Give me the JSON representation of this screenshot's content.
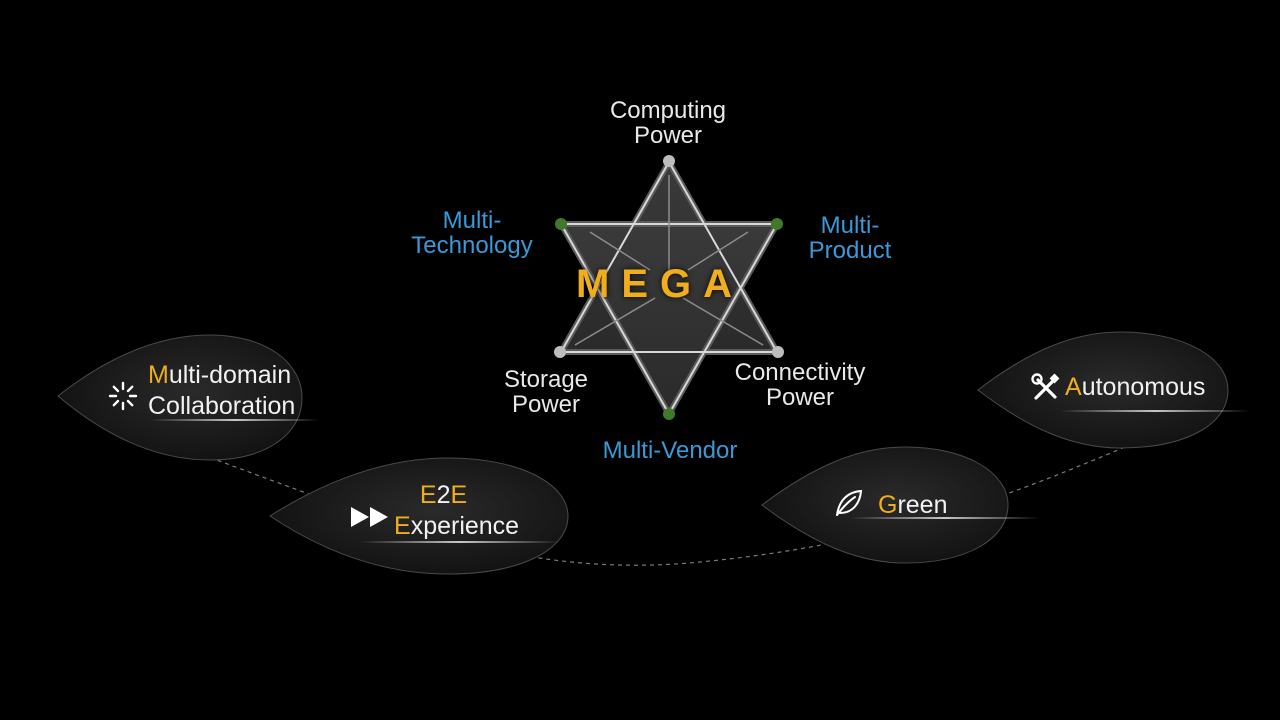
{
  "center": {
    "title": "MEGA"
  },
  "vertices": {
    "top": {
      "line1": "Computing",
      "line2": "Power"
    },
    "bottom_left": {
      "line1": "Storage",
      "line2": "Power"
    },
    "bottom_right": {
      "line1": "Connectivity",
      "line2": "Power"
    },
    "top_left": {
      "line1": "Multi-",
      "line2": "Technology"
    },
    "top_right": {
      "line1": "Multi-",
      "line2": "Product"
    },
    "bottom": {
      "line1": "Multi-Vendor"
    }
  },
  "leaves": {
    "multi_domain": {
      "initial": "M",
      "rest": "ulti-domain",
      "line2": "Collaboration",
      "icon": "loading-spinner-icon"
    },
    "e2e": {
      "line1_initial": "E",
      "line1_mid": "2",
      "line1_end": "E",
      "initial": "E",
      "rest": "xperience",
      "icon": "fast-forward-icon"
    },
    "green": {
      "initial": "G",
      "rest": "reen",
      "icon": "leaf-icon"
    },
    "autonomous": {
      "initial": "A",
      "rest": "utonomous",
      "icon": "tools-icon"
    }
  },
  "colors": {
    "background": "#000000",
    "accent_orange": "#f0ae1c",
    "label_blue": "#3a9ad9",
    "label_white": "#e9e9e9",
    "node_green": "#3f7a2a",
    "node_gray": "#bdbdbd"
  }
}
